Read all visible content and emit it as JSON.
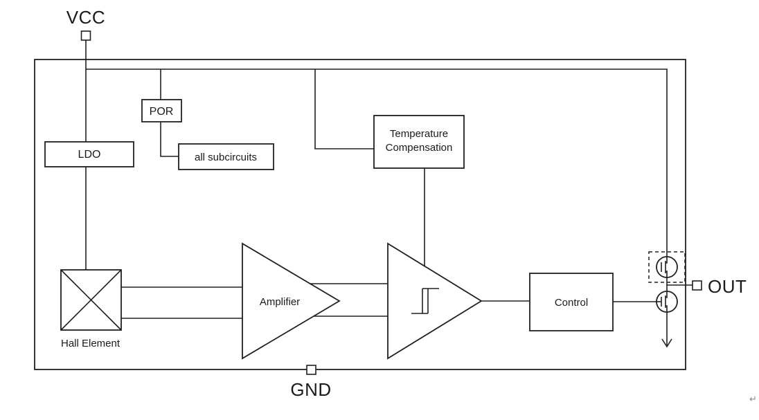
{
  "diagram": {
    "pins": {
      "vcc": "VCC",
      "gnd": "GND",
      "out": "OUT"
    },
    "blocks": {
      "ldo": "LDO",
      "por": "POR",
      "all_subcircuits": "all subcircuits",
      "temperature_compensation_line1": "Temperature",
      "temperature_compensation_line2": "Compensation",
      "hall_element": "Hall Element",
      "amplifier": "Amplifier",
      "control": "Control"
    },
    "colors": {
      "line": "#1f1f1f",
      "background": "#ffffff"
    },
    "artifact_return_char": "↵"
  }
}
